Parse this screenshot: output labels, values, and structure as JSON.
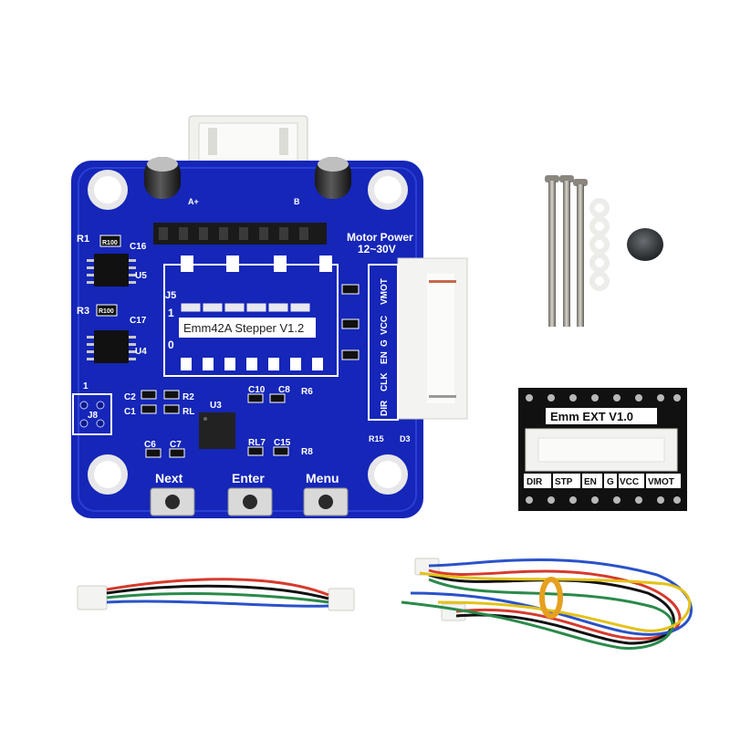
{
  "colors": {
    "background": "#ffffff",
    "pcb_blue": "#1526b8",
    "pcb_dark": "#0a1a8a",
    "silk": "#ffffff",
    "ext_board": "#111111",
    "connector": "#f3f3f1"
  },
  "main_board": {
    "labels": {
      "r1": "R1",
      "r100a": "R100",
      "c16": "C16",
      "r3": "R3",
      "r100b": "R100",
      "c17": "C17",
      "u5": "U5",
      "u4": "U4",
      "j5": "J5",
      "one": "1",
      "zero": "0",
      "model": "Emm42A Stepper V1.2",
      "motor_power": "Motor Power",
      "voltage": "12~30V",
      "aplus": "A+",
      "bplus": "B",
      "c2": "C2",
      "r2": "R2",
      "c1": "C1",
      "r_l": "RL",
      "u3": "U3",
      "c10": "C10",
      "c8": "C8",
      "r6": "R6",
      "r8": "R8",
      "c6": "C6",
      "c7": "C7",
      "rl7": "RL7",
      "c15": "C15",
      "j8": "J8",
      "j8_one": "1",
      "r15": "R15",
      "d3": "D3",
      "dir": "DIR",
      "clk": "CLK",
      "en": "EN",
      "g": "G",
      "vcc": "VCC",
      "vmot": "VMOT"
    },
    "buttons": {
      "next": "Next",
      "enter": "Enter",
      "menu": "Menu"
    }
  },
  "ext_board": {
    "title": "Emm EXT V1.0",
    "pins": [
      "DIR",
      "STP",
      "EN",
      "G",
      "VCC",
      "VMOT"
    ]
  }
}
